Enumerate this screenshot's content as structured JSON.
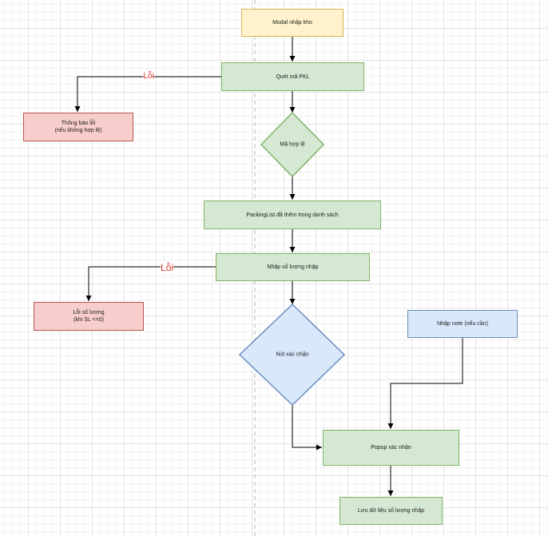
{
  "nodes": {
    "modal": "Modal nhập kho",
    "scan_pkl": "Quét mã PKL",
    "error_notice": "Thông báo lỗi\n(nếu không hợp lệ)",
    "valid_code": "Mã hợp lệ",
    "packinglist_added": "PackingList đã thêm trong danh sách",
    "enter_qty": "Nhập số lượng nhập",
    "qty_error": "Lỗi số lượng\n(khi SL <=0)",
    "confirm_button": "Nút xác nhận",
    "enter_note": "Nhập note (nếu cần)",
    "confirm_popup": "Popup xác nhận",
    "save_data": "Lưu dữ liệu số lượng nhập"
  },
  "edges": {
    "error_label_1": "Lỗi",
    "error_label_2": "Lỗi"
  },
  "colors": {
    "start": "#fff2cc",
    "process": "#d5e8d4",
    "error": "#f8cecc",
    "input": "#dae8fc",
    "error_text": "#e0302a"
  }
}
